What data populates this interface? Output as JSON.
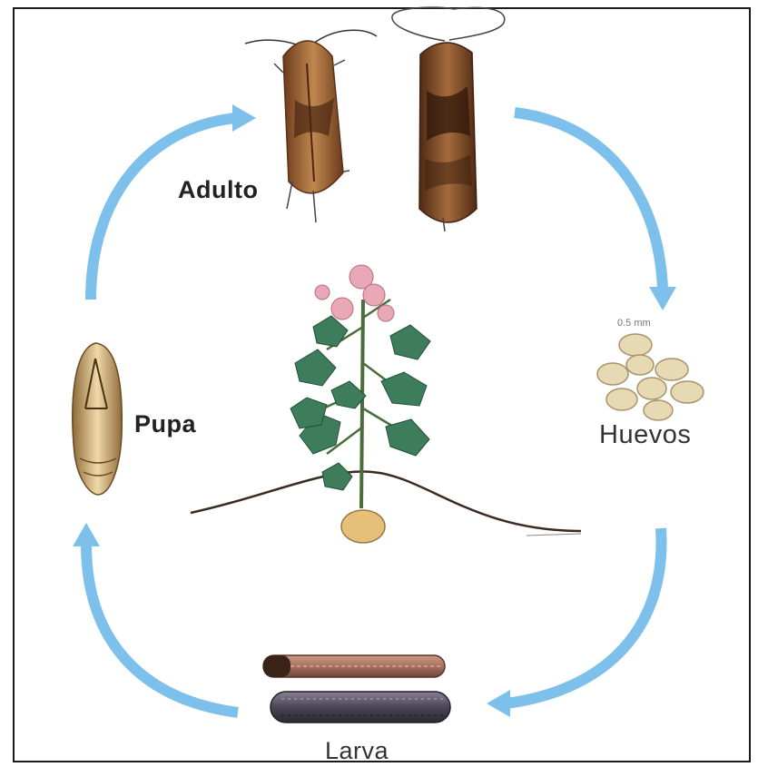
{
  "diagram": {
    "stages": {
      "adult": "Adulto",
      "eggs": "Huevos",
      "larva": "Larva",
      "pupa": "Pupa"
    },
    "egg_scale": "0.5 mm"
  },
  "colors": {
    "arrow": "#7ec0ec",
    "frame": "#1a1a1a",
    "leaf": "#3d7d5c",
    "flower": "#e9a8b8",
    "moth": "#9b5a2e",
    "egg": "#e8d9b5",
    "larva_dark": "#4a4656",
    "larva_light": "#a8715f",
    "pupa": "#d9b074"
  }
}
